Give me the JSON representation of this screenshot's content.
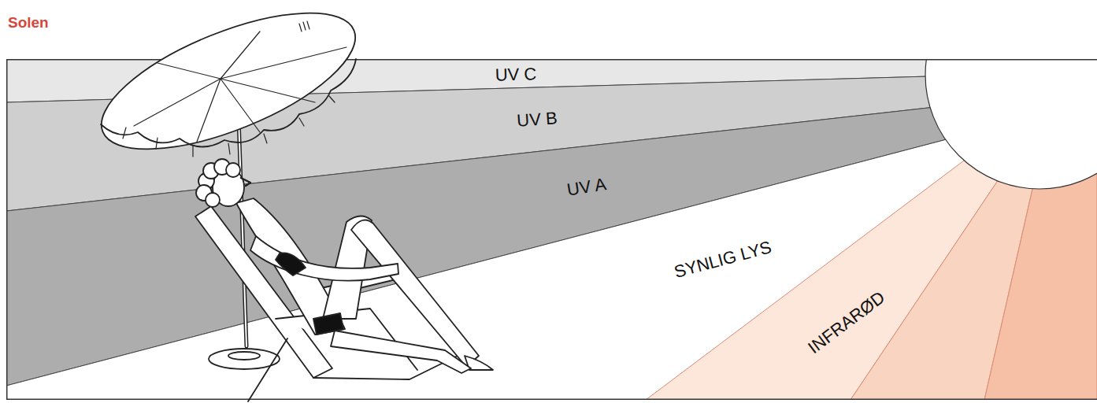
{
  "diagram": {
    "title": "Solen",
    "nodes": [
      {
        "text": [
          "UV C"
        ]
      },
      {
        "text": [
          "UV B"
        ]
      },
      {
        "text": [
          "UV A"
        ]
      },
      {
        "text": [
          "SYNLIG LYS"
        ]
      },
      {
        "text": [
          "INFRARØD"
        ]
      }
    ]
  }
}
